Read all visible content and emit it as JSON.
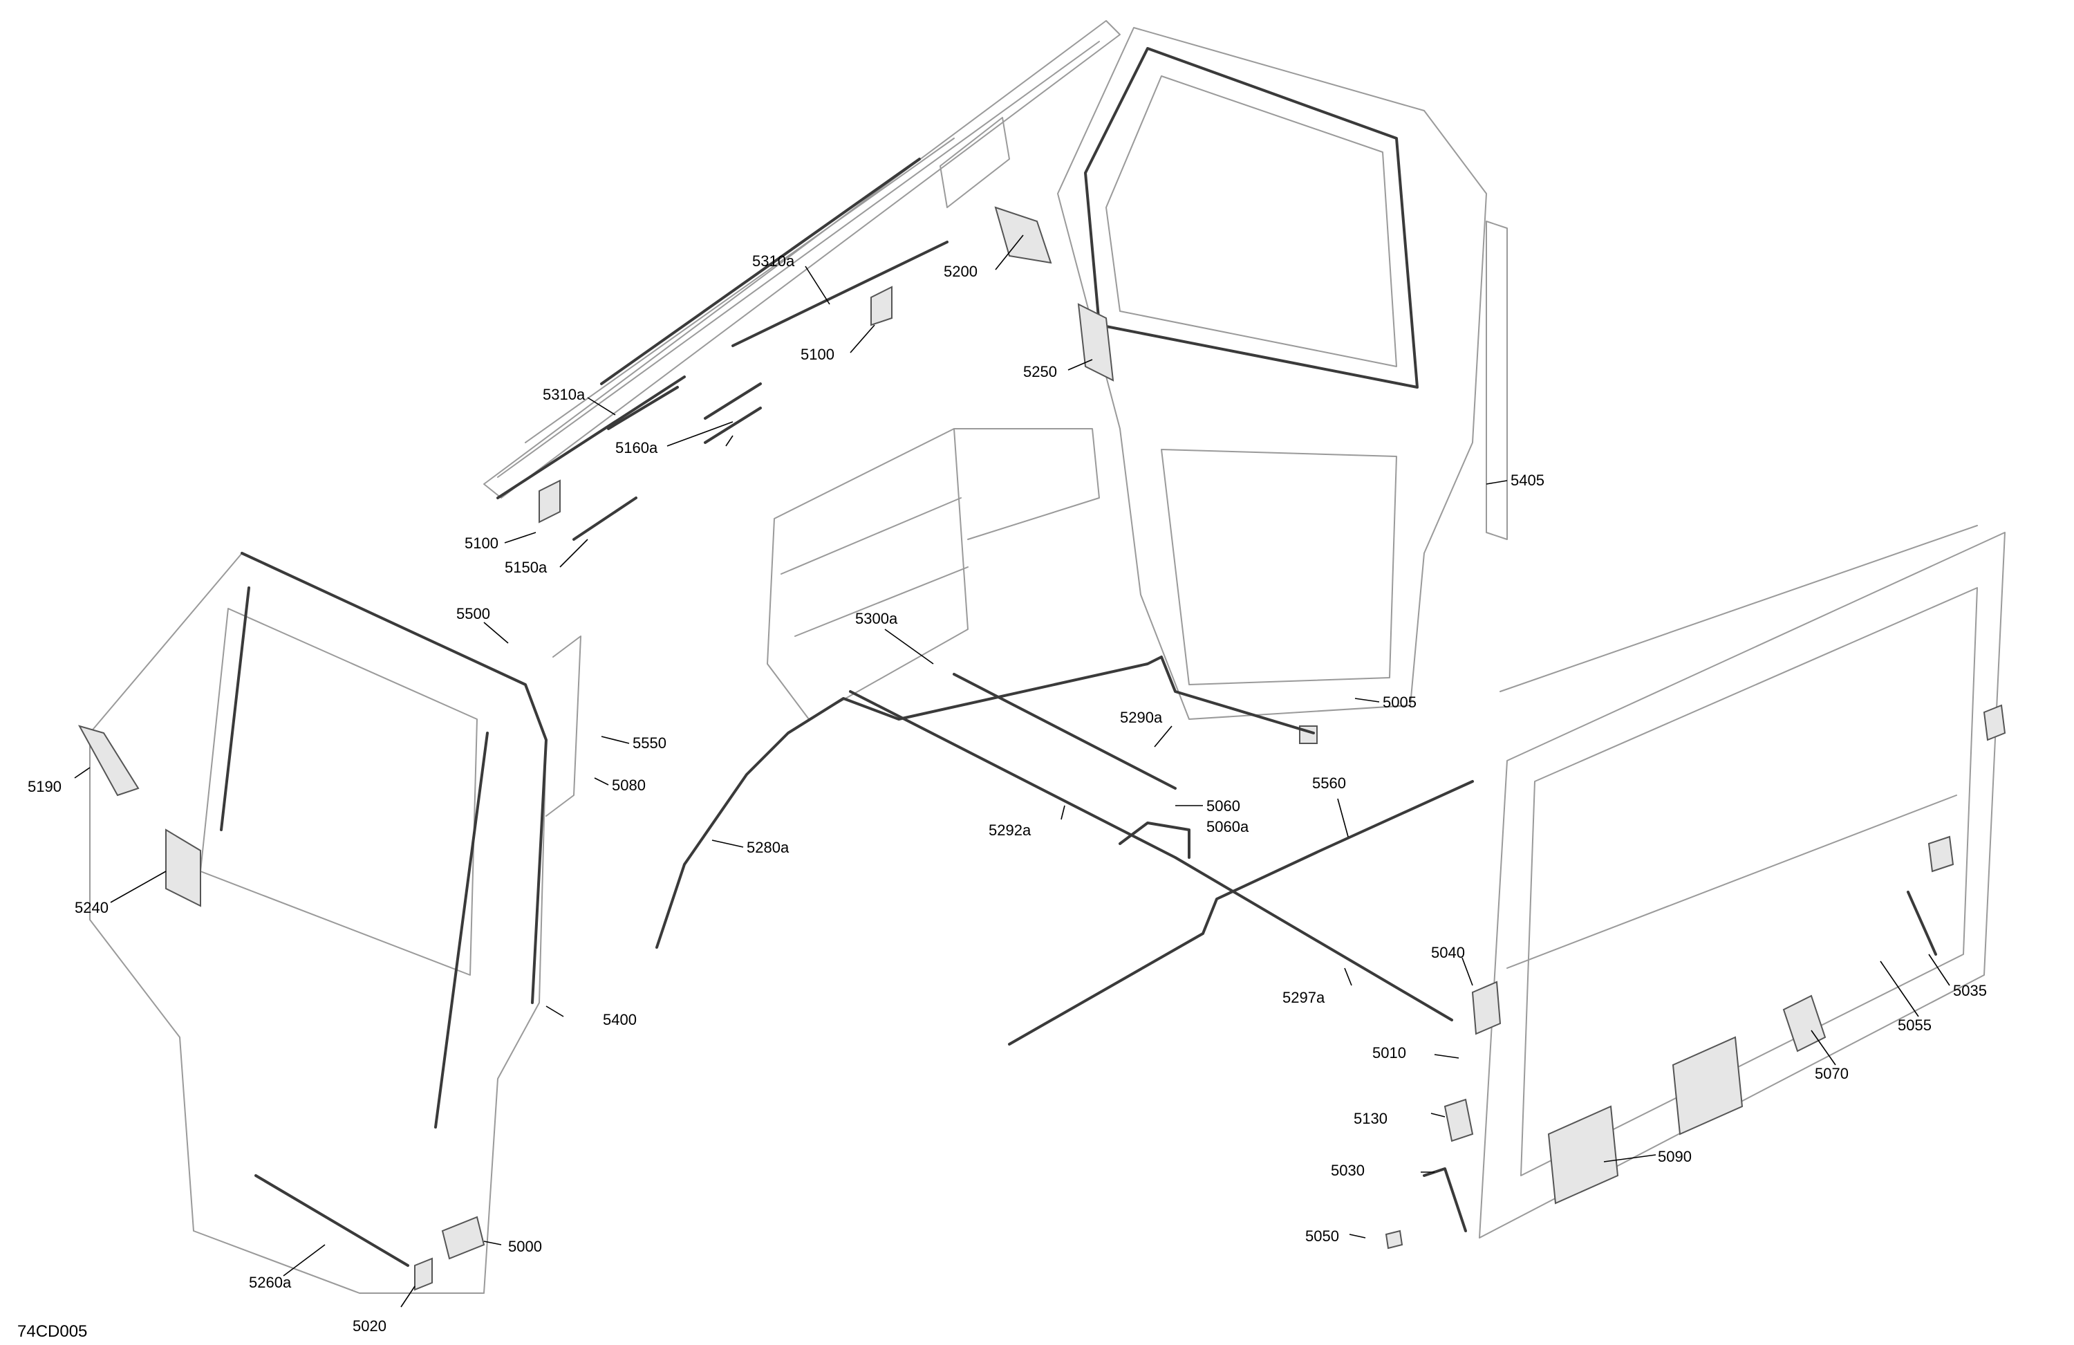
{
  "diagram_code": "74CD005",
  "callouts": {
    "c5310a_1": "5310a",
    "c5200": "5200",
    "c5100_1": "5100",
    "c5250": "5250",
    "c5310a_2": "5310a",
    "c5160a": "5160a",
    "c5100_2": "5100",
    "c5150a": "5150a",
    "c5405": "5405",
    "c5500": "5500",
    "c5300a": "5300a",
    "c5005": "5005",
    "c5290a": "5290a",
    "c5550": "5550",
    "c5080": "5080",
    "c5190": "5190",
    "c5560": "5560",
    "c5060": "5060",
    "c5060a": "5060a",
    "c5292a": "5292a",
    "c5280a": "5280a",
    "c5240": "5240",
    "c5040": "5040",
    "c5035": "5035",
    "c5297a": "5297a",
    "c5055": "5055",
    "c5400": "5400",
    "c5010": "5010",
    "c5070": "5070",
    "c5130": "5130",
    "c5090": "5090",
    "c5030": "5030",
    "c5000": "5000",
    "c5050": "5050",
    "c5260a": "5260a",
    "c5020": "5020"
  }
}
